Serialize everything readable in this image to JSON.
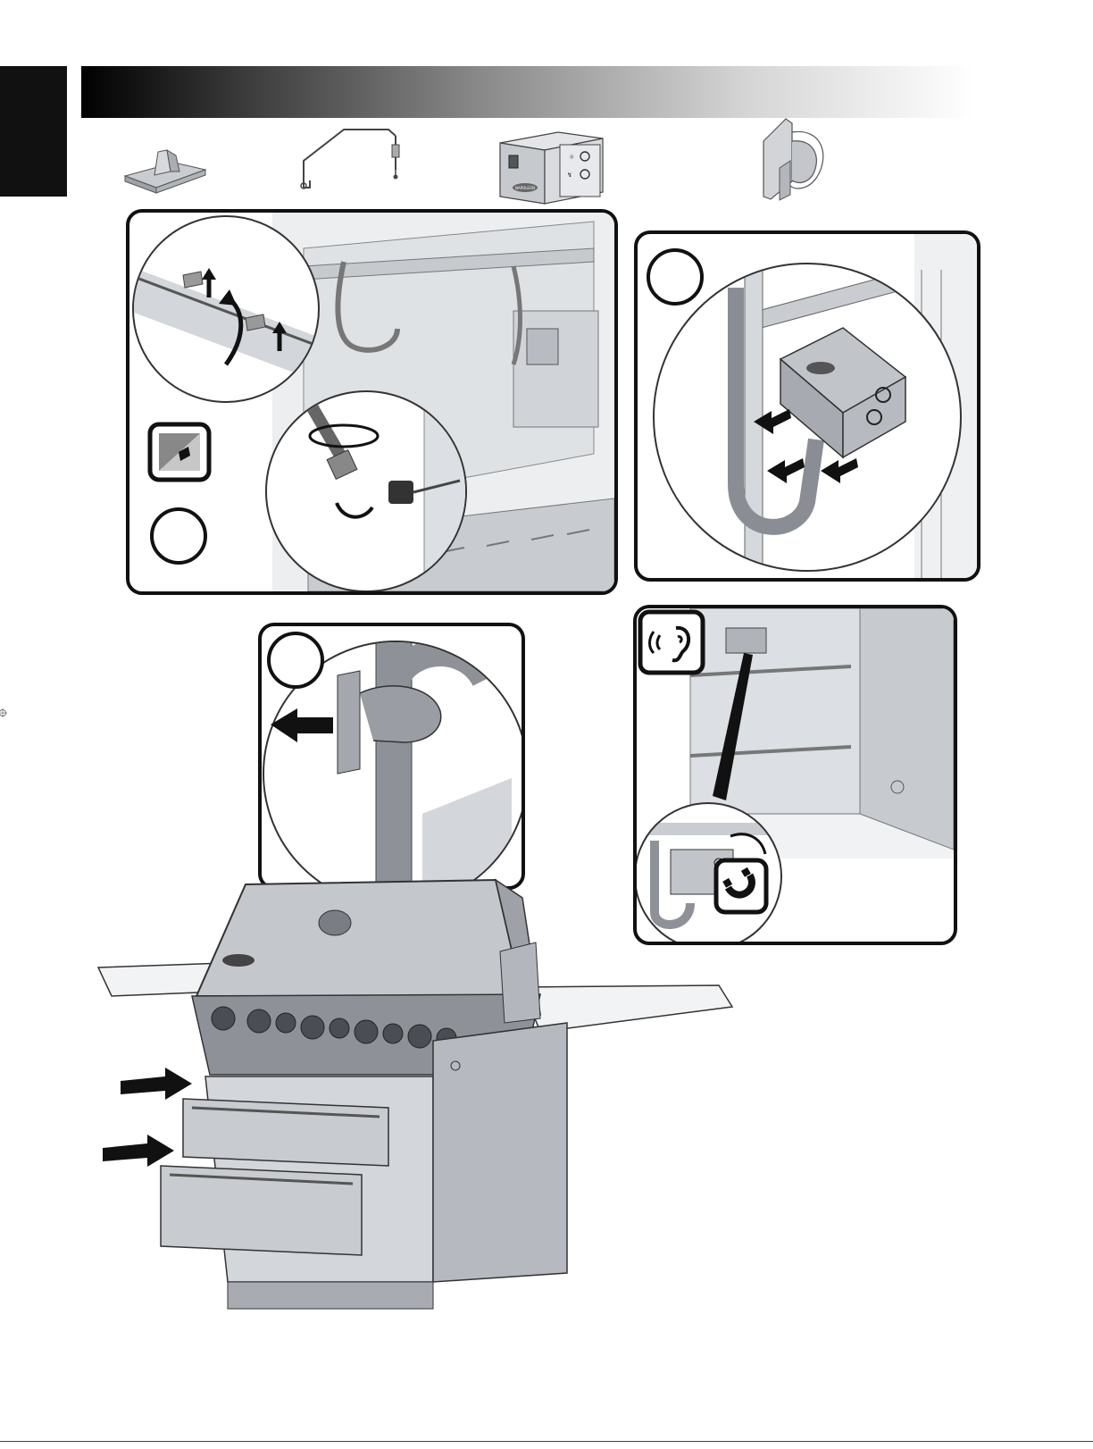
{
  "page": {
    "footer_text": "",
    "header_title": ""
  },
  "parts": [
    {
      "name": "retaining-clip"
    },
    {
      "name": "wire-bracket"
    },
    {
      "name": "ignition-module"
    },
    {
      "name": "hose-clip"
    }
  ],
  "steps": [
    {
      "id": "step-1",
      "number": ""
    },
    {
      "id": "step-2",
      "number": ""
    },
    {
      "id": "step-3",
      "number": ""
    }
  ],
  "icons": [
    "screwdriver-icon",
    "listen-click-icon",
    "magnet-icon",
    "direction-arrow-icon"
  ],
  "module_labels": {
    "brand": "NAPOLEON"
  },
  "colors": {
    "panel_border": "#111111",
    "steel": "#b8bcc2",
    "steel_dark": "#7d8188",
    "header_start": "#000000",
    "header_end": "#ffffff"
  }
}
